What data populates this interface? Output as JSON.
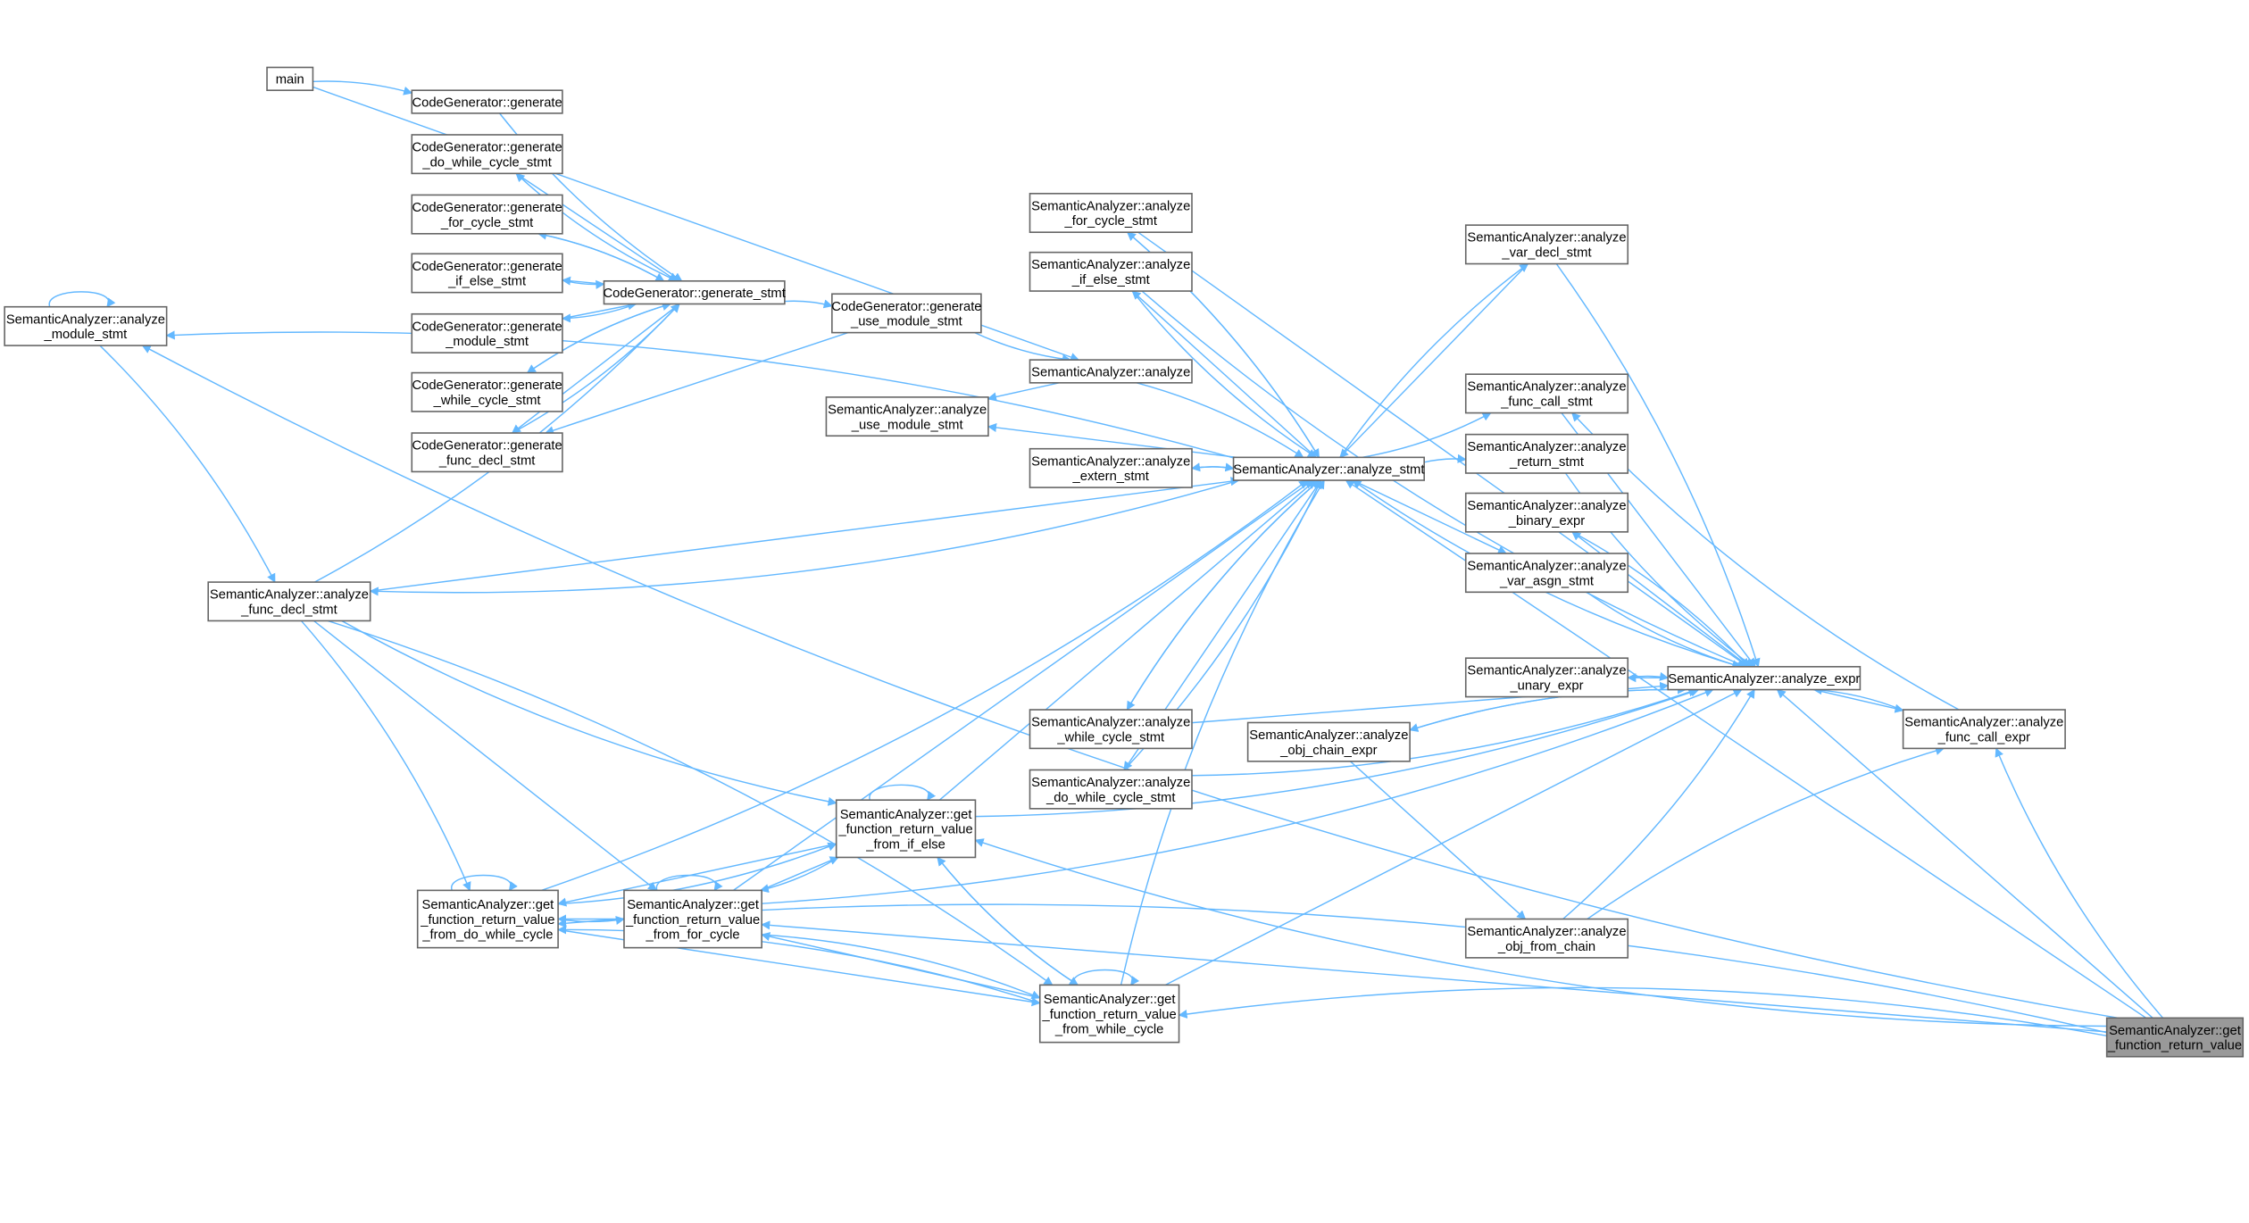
{
  "colors": {
    "edge": "#63b8ff",
    "node_border": "#666666",
    "node_fill": "#ffffff",
    "highlight_fill": "#999999"
  },
  "nodes": [
    {
      "id": "main",
      "lines": [
        "main"
      ]
    },
    {
      "id": "cg_generate",
      "lines": [
        "CodeGenerator::generate"
      ]
    },
    {
      "id": "cg_do_while",
      "lines": [
        "CodeGenerator::generate",
        "_do_while_cycle_stmt"
      ]
    },
    {
      "id": "cg_for",
      "lines": [
        "CodeGenerator::generate",
        "_for_cycle_stmt"
      ]
    },
    {
      "id": "cg_if_else",
      "lines": [
        "CodeGenerator::generate",
        "_if_else_stmt"
      ]
    },
    {
      "id": "cg_module",
      "lines": [
        "CodeGenerator::generate",
        "_module_stmt"
      ]
    },
    {
      "id": "cg_while",
      "lines": [
        "CodeGenerator::generate",
        "_while_cycle_stmt"
      ]
    },
    {
      "id": "cg_func_decl",
      "lines": [
        "CodeGenerator::generate",
        "_func_decl_stmt"
      ]
    },
    {
      "id": "cg_stmt",
      "lines": [
        "CodeGenerator::generate_stmt"
      ]
    },
    {
      "id": "cg_use_module",
      "lines": [
        "CodeGenerator::generate",
        "_use_module_stmt"
      ]
    },
    {
      "id": "sa_module",
      "lines": [
        "SemanticAnalyzer::analyze",
        "_module_stmt"
      ]
    },
    {
      "id": "sa_func_decl",
      "lines": [
        "SemanticAnalyzer::analyze",
        "_func_decl_stmt"
      ]
    },
    {
      "id": "sa_for",
      "lines": [
        "SemanticAnalyzer::analyze",
        "_for_cycle_stmt"
      ]
    },
    {
      "id": "sa_if_else",
      "lines": [
        "SemanticAnalyzer::analyze",
        "_if_else_stmt"
      ]
    },
    {
      "id": "sa_analyze",
      "lines": [
        "SemanticAnalyzer::analyze"
      ]
    },
    {
      "id": "sa_use_module",
      "lines": [
        "SemanticAnalyzer::analyze",
        "_use_module_stmt"
      ]
    },
    {
      "id": "sa_extern",
      "lines": [
        "SemanticAnalyzer::analyze",
        "_extern_stmt"
      ]
    },
    {
      "id": "sa_stmt",
      "lines": [
        "SemanticAnalyzer::analyze_stmt"
      ]
    },
    {
      "id": "sa_var_decl",
      "lines": [
        "SemanticAnalyzer::analyze",
        "_var_decl_stmt"
      ]
    },
    {
      "id": "sa_func_call_stmt",
      "lines": [
        "SemanticAnalyzer::analyze",
        "_func_call_stmt"
      ]
    },
    {
      "id": "sa_return",
      "lines": [
        "SemanticAnalyzer::analyze",
        "_return_stmt"
      ]
    },
    {
      "id": "sa_binary",
      "lines": [
        "SemanticAnalyzer::analyze",
        "_binary_expr"
      ]
    },
    {
      "id": "sa_var_asgn",
      "lines": [
        "SemanticAnalyzer::analyze",
        "_var_asgn_stmt"
      ]
    },
    {
      "id": "sa_unary",
      "lines": [
        "SemanticAnalyzer::analyze",
        "_unary_expr"
      ]
    },
    {
      "id": "sa_expr",
      "lines": [
        "SemanticAnalyzer::analyze_expr"
      ]
    },
    {
      "id": "sa_obj_chain",
      "lines": [
        "SemanticAnalyzer::analyze",
        "_obj_chain_expr"
      ]
    },
    {
      "id": "sa_func_call_expr",
      "lines": [
        "SemanticAnalyzer::analyze",
        "_func_call_expr"
      ]
    },
    {
      "id": "sa_while",
      "lines": [
        "SemanticAnalyzer::analyze",
        "_while_cycle_stmt"
      ]
    },
    {
      "id": "sa_do_while",
      "lines": [
        "SemanticAnalyzer::analyze",
        "_do_while_cycle_stmt"
      ]
    },
    {
      "id": "get_if_else",
      "lines": [
        "SemanticAnalyzer::get",
        "_function_return_value",
        "_from_if_else"
      ]
    },
    {
      "id": "get_do_while",
      "lines": [
        "SemanticAnalyzer::get",
        "_function_return_value",
        "_from_do_while_cycle"
      ]
    },
    {
      "id": "get_for",
      "lines": [
        "SemanticAnalyzer::get",
        "_function_return_value",
        "_from_for_cycle"
      ]
    },
    {
      "id": "get_while",
      "lines": [
        "SemanticAnalyzer::get",
        "_function_return_value",
        "_from_while_cycle"
      ]
    },
    {
      "id": "sa_obj_from_chain",
      "lines": [
        "SemanticAnalyzer::analyze",
        "_obj_from_chain"
      ]
    },
    {
      "id": "get_frv",
      "lines": [
        "SemanticAnalyzer::get",
        "_function_return_value"
      ],
      "highlight": true
    }
  ],
  "edges": [
    [
      "main",
      "cg_generate"
    ],
    [
      "main",
      "sa_analyze"
    ],
    [
      "cg_generate",
      "cg_stmt"
    ],
    [
      "cg_stmt",
      "cg_do_while"
    ],
    [
      "cg_do_while",
      "cg_stmt"
    ],
    [
      "cg_stmt",
      "cg_for"
    ],
    [
      "cg_for",
      "cg_stmt"
    ],
    [
      "cg_stmt",
      "cg_if_else"
    ],
    [
      "cg_if_else",
      "cg_stmt"
    ],
    [
      "cg_stmt",
      "cg_module"
    ],
    [
      "cg_module",
      "cg_stmt"
    ],
    [
      "cg_stmt",
      "cg_while"
    ],
    [
      "cg_while",
      "cg_stmt"
    ],
    [
      "cg_stmt",
      "cg_func_decl"
    ],
    [
      "cg_func_decl",
      "cg_stmt"
    ],
    [
      "cg_stmt",
      "cg_use_module"
    ],
    [
      "cg_use_module",
      "cg_func_decl"
    ],
    [
      "cg_use_module",
      "sa_analyze"
    ],
    [
      "sa_analyze",
      "sa_stmt"
    ],
    [
      "sa_analyze",
      "sa_use_module"
    ],
    [
      "sa_stmt",
      "sa_for"
    ],
    [
      "sa_for",
      "sa_stmt"
    ],
    [
      "sa_stmt",
      "sa_if_else"
    ],
    [
      "sa_if_else",
      "sa_stmt"
    ],
    [
      "sa_stmt",
      "sa_var_decl"
    ],
    [
      "sa_var_decl",
      "sa_stmt"
    ],
    [
      "sa_stmt",
      "sa_func_call_stmt"
    ],
    [
      "sa_stmt",
      "sa_return"
    ],
    [
      "sa_stmt",
      "sa_var_asgn"
    ],
    [
      "sa_stmt",
      "sa_extern"
    ],
    [
      "sa_extern",
      "sa_stmt"
    ],
    [
      "sa_stmt",
      "sa_use_module"
    ],
    [
      "sa_stmt",
      "sa_while"
    ],
    [
      "sa_while",
      "sa_stmt"
    ],
    [
      "sa_stmt",
      "sa_do_while"
    ],
    [
      "sa_do_while",
      "sa_stmt"
    ],
    [
      "sa_stmt",
      "sa_func_decl"
    ],
    [
      "sa_func_decl",
      "sa_stmt"
    ],
    [
      "sa_stmt",
      "sa_module"
    ],
    [
      "sa_module",
      "sa_func_decl"
    ],
    [
      "sa_module",
      "sa_module"
    ],
    [
      "sa_func_decl",
      "cg_stmt"
    ],
    [
      "sa_func_decl",
      "get_do_while"
    ],
    [
      "sa_func_decl",
      "get_for"
    ],
    [
      "sa_func_decl",
      "get_if_else"
    ],
    [
      "sa_func_decl",
      "get_while"
    ],
    [
      "sa_for",
      "sa_expr"
    ],
    [
      "sa_if_else",
      "sa_expr"
    ],
    [
      "sa_var_decl",
      "sa_expr"
    ],
    [
      "sa_func_call_stmt",
      "sa_expr"
    ],
    [
      "sa_return",
      "sa_expr"
    ],
    [
      "sa_binary",
      "sa_expr"
    ],
    [
      "sa_expr",
      "sa_binary"
    ],
    [
      "sa_var_asgn",
      "sa_expr"
    ],
    [
      "sa_unary",
      "sa_expr"
    ],
    [
      "sa_expr",
      "sa_unary"
    ],
    [
      "sa_expr",
      "sa_obj_chain"
    ],
    [
      "sa_obj_chain",
      "sa_expr"
    ],
    [
      "sa_obj_chain",
      "sa_obj_from_chain"
    ],
    [
      "sa_obj_from_chain",
      "sa_expr"
    ],
    [
      "sa_obj_from_chain",
      "sa_func_call_expr"
    ],
    [
      "sa_expr",
      "sa_func_call_expr"
    ],
    [
      "sa_func_call_expr",
      "sa_expr"
    ],
    [
      "sa_func_call_expr",
      "sa_func_call_stmt"
    ],
    [
      "sa_while",
      "sa_expr"
    ],
    [
      "sa_do_while",
      "sa_expr"
    ],
    [
      "sa_expr",
      "sa_stmt"
    ],
    [
      "get_if_else",
      "sa_stmt"
    ],
    [
      "get_if_else",
      "sa_expr"
    ],
    [
      "get_if_else",
      "get_if_else"
    ],
    [
      "get_if_else",
      "get_do_while"
    ],
    [
      "get_do_while",
      "get_if_else"
    ],
    [
      "get_if_else",
      "get_for"
    ],
    [
      "get_for",
      "get_if_else"
    ],
    [
      "get_if_else",
      "get_while"
    ],
    [
      "get_while",
      "get_if_else"
    ],
    [
      "get_for",
      "sa_stmt"
    ],
    [
      "get_for",
      "sa_expr"
    ],
    [
      "get_for",
      "get_for"
    ],
    [
      "get_for",
      "get_do_while"
    ],
    [
      "get_do_while",
      "get_for"
    ],
    [
      "get_for",
      "get_while"
    ],
    [
      "get_while",
      "get_for"
    ],
    [
      "get_do_while",
      "sa_stmt"
    ],
    [
      "get_do_while",
      "get_do_while"
    ],
    [
      "get_do_while",
      "get_while"
    ],
    [
      "get_while",
      "get_do_while"
    ],
    [
      "get_while",
      "sa_stmt"
    ],
    [
      "get_while",
      "sa_expr"
    ],
    [
      "get_while",
      "get_while"
    ],
    [
      "get_frv",
      "sa_func_call_expr"
    ],
    [
      "get_frv",
      "sa_expr"
    ],
    [
      "get_frv",
      "get_while"
    ],
    [
      "get_frv",
      "get_if_else"
    ],
    [
      "get_frv",
      "get_for"
    ],
    [
      "get_frv",
      "get_do_while"
    ],
    [
      "get_frv",
      "sa_module"
    ],
    [
      "get_frv",
      "sa_stmt"
    ]
  ]
}
